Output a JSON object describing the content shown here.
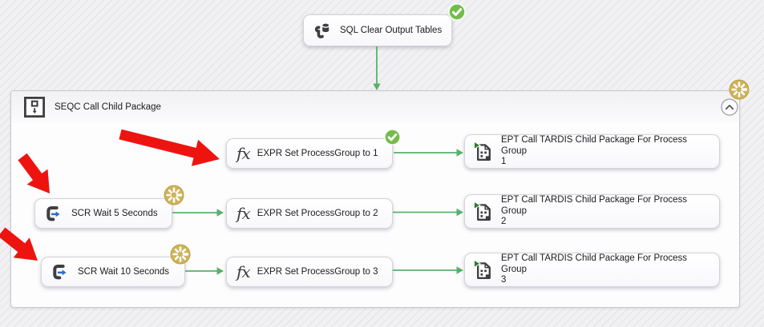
{
  "container": {
    "title": "SEQC Call Child Package",
    "status": "in-progress",
    "collapse_icon": "chevron-up"
  },
  "tasks": {
    "sql_clear": {
      "label": "SQL Clear Output Tables",
      "status": "success",
      "icon": "sql-task-icon"
    },
    "expr1": {
      "label": "EXPR Set ProcessGroup to 1",
      "status": "success",
      "icon": "expression-task-icon"
    },
    "expr2": {
      "label": "EXPR Set ProcessGroup to 2",
      "icon": "expression-task-icon"
    },
    "expr3": {
      "label": "EXPR Set ProcessGroup to 3",
      "icon": "expression-task-icon"
    },
    "scr5": {
      "label": "SCR Wait 5 Seconds",
      "status": "in-progress",
      "icon": "script-task-icon"
    },
    "scr10": {
      "label": "SCR Wait 10 Seconds",
      "status": "in-progress",
      "icon": "script-task-icon"
    },
    "ept1": {
      "line1": "EPT Call TARDIS Child Package For Process Group",
      "line2": "1",
      "icon": "execute-package-task-icon"
    },
    "ept2": {
      "line1": "EPT Call TARDIS Child Package For Process Group",
      "line2": "2",
      "icon": "execute-package-task-icon"
    },
    "ept3": {
      "line1": "EPT Call TARDIS Child Package For Process Group",
      "line2": "3",
      "icon": "execute-package-task-icon"
    }
  },
  "glyphs": {
    "expression": "fx"
  },
  "colors": {
    "connector_green": "#57b16c",
    "success_green": "#72bd4a",
    "progress_gold": "#cdb35a",
    "annotation_red": "#ed1410",
    "icon_dark": "#3d3e40",
    "script_arrow_blue": "#2f6fc9",
    "surface": "#f1f1f3"
  }
}
